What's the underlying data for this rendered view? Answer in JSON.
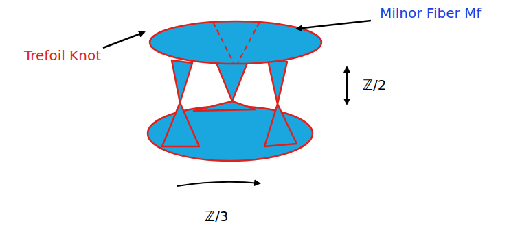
{
  "diagram": {
    "labels": [
      "Milnor Fiber Mf",
      "Trefoil Knot",
      "ℤ/2",
      "ℤ/3"
    ]
  }
}
